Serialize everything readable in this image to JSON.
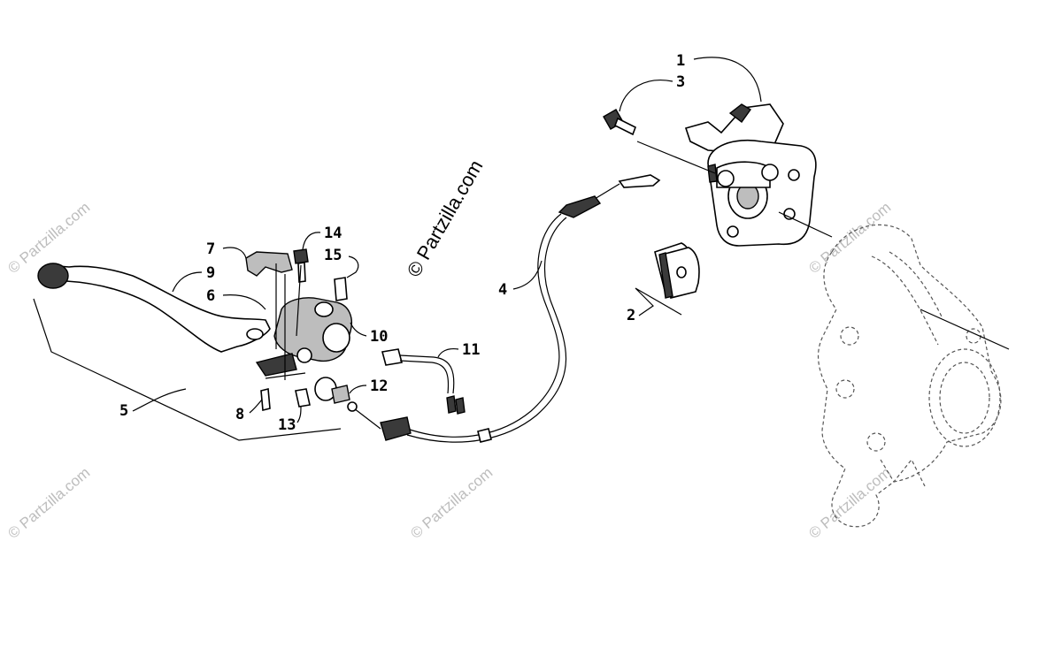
{
  "watermark": {
    "main": "© Partzilla.com",
    "faint": "© Partzilla.com"
  },
  "callouts": {
    "c1": "1",
    "c2": "2",
    "c3": "3",
    "c4": "4",
    "c5": "5",
    "c6": "6",
    "c7": "7",
    "c8": "8",
    "c9": "9",
    "c10": "10",
    "c11": "11",
    "c12": "12",
    "c13": "13",
    "c14": "14",
    "c15": "15"
  }
}
